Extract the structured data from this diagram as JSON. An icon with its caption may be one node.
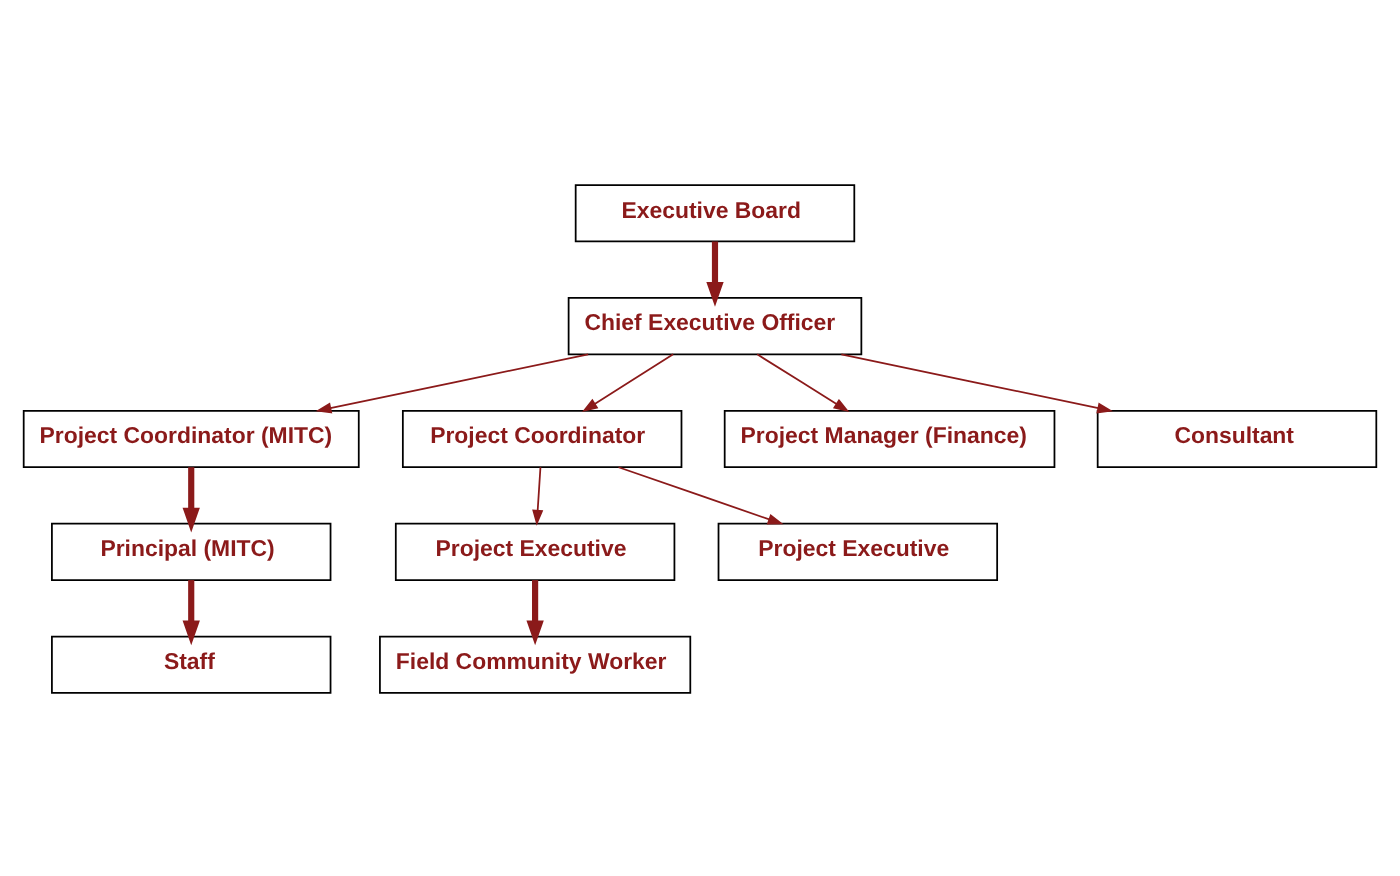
{
  "diagram": {
    "nodes": [
      {
        "text": [
          "Executive Board"
        ]
      },
      {
        "text": [
          "Chief Executive Officer"
        ]
      },
      {
        "text": [
          "Project Coordinator (MITC)"
        ]
      },
      {
        "text": [
          "Project Coordinator"
        ]
      },
      {
        "text": [
          "Project Manager (Finance)"
        ]
      },
      {
        "text": [
          "Consultant"
        ]
      },
      {
        "text": [
          "Principal (MITC)"
        ]
      },
      {
        "text": [
          "Project Executive"
        ]
      },
      {
        "text": [
          "Project Executive"
        ]
      },
      {
        "text": [
          "Staff"
        ]
      },
      {
        "text": [
          "Field Community Worker"
        ]
      }
    ],
    "edges": [
      {
        "from": 0,
        "to": 1,
        "arrow": "to",
        "style": "thick"
      },
      {
        "from": 1,
        "to": 2,
        "arrow": "to"
      },
      {
        "from": 1,
        "to": 3,
        "arrow": "to"
      },
      {
        "from": 1,
        "to": 4,
        "arrow": "to"
      },
      {
        "from": 1,
        "to": 5,
        "arrow": "to"
      },
      {
        "from": 2,
        "to": 6,
        "arrow": "to",
        "style": "thick"
      },
      {
        "from": 3,
        "to": 7,
        "arrow": "to"
      },
      {
        "from": 3,
        "to": 8,
        "arrow": "to"
      },
      {
        "from": 6,
        "to": 9,
        "arrow": "to",
        "style": "thick"
      },
      {
        "from": 7,
        "to": 10,
        "arrow": "to",
        "style": "thick"
      }
    ]
  }
}
